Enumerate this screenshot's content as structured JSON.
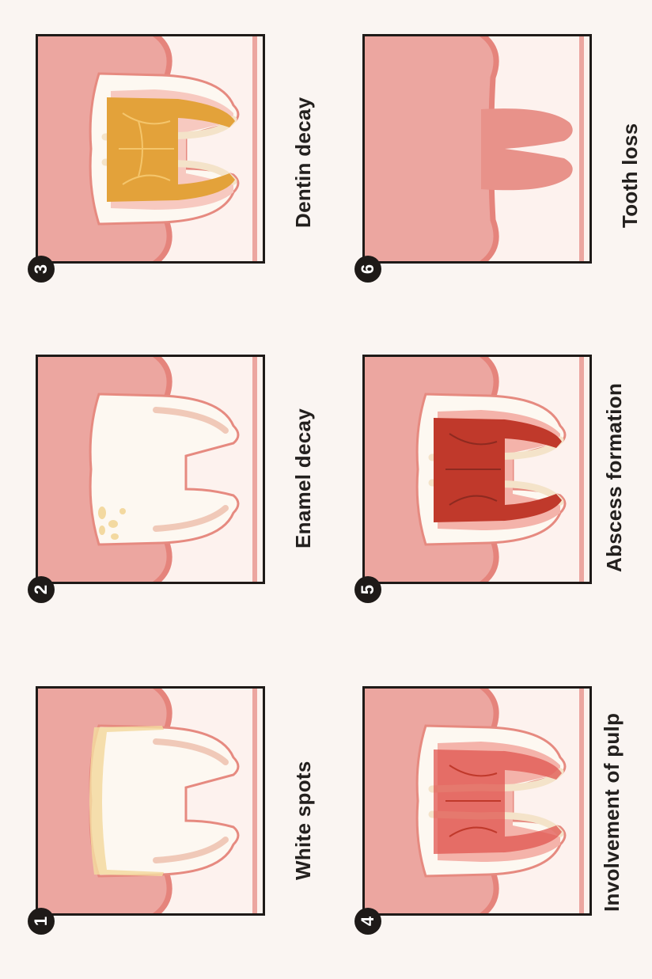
{
  "colors": {
    "background": "#faf5f2",
    "gum": "#eca6a0",
    "gum_edge": "#e5847c",
    "bone": "#fdf2ee",
    "tooth": "#fdf8f1",
    "tooth_outline": "#e68a80",
    "enamel_spots": "#f3d9a0",
    "dentin_decay": "#e3a23a",
    "pulp_involved": "#e0554f",
    "abscess": "#c0392b",
    "frame": "#1e1a18"
  },
  "stages": [
    {
      "number": "1",
      "label": "White spots",
      "state": "white-spots"
    },
    {
      "number": "2",
      "label": "Enamel decay",
      "state": "enamel-decay"
    },
    {
      "number": "3",
      "label": "Dentin decay",
      "state": "dentin-decay"
    },
    {
      "number": "4",
      "label": "Involvement of pulp",
      "state": "pulp-involvement"
    },
    {
      "number": "5",
      "label": "Abscess formation",
      "state": "abscess"
    },
    {
      "number": "6",
      "label": "Tooth loss",
      "state": "tooth-loss"
    }
  ]
}
